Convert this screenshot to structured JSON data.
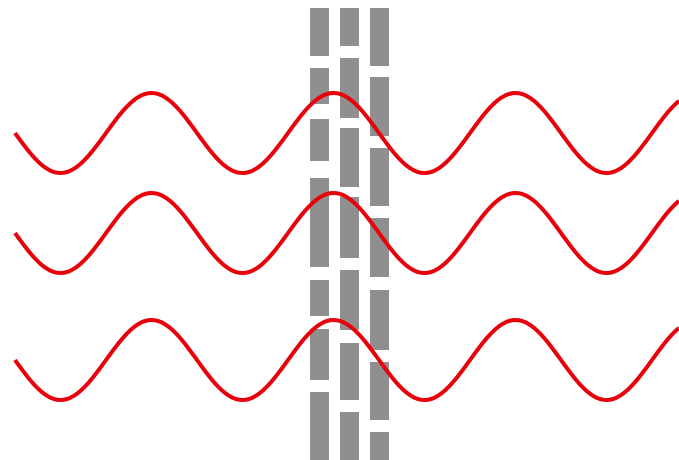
{
  "diagram": {
    "wave_color": "#e8000b",
    "brick_color": "#8f8f8f",
    "background_color": "#ffffff",
    "wave_count": 3,
    "brick_column_count": 3,
    "icons": [
      "sine-wave",
      "brick-wall"
    ]
  }
}
